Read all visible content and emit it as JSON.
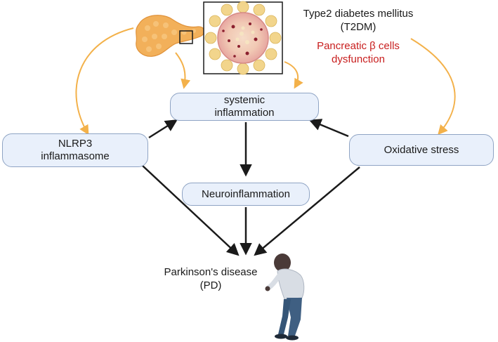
{
  "diagram": {
    "t2dm": {
      "line1": "Type2 diabetes mellitus",
      "line2": "(T2DM)"
    },
    "beta_cells": {
      "line1": "Pancreatic β cells",
      "line2": "dysfunction"
    },
    "systemic_inflammation": {
      "line1": "systemic",
      "line2": "inflammation"
    },
    "nlrp3": {
      "line1": "NLRP3",
      "line2": "inflammasome"
    },
    "oxidative_stress": {
      "label": "Oxidative stress"
    },
    "neuroinflammation": {
      "label": "Neuroinflammation"
    },
    "pd": {
      "line1": "Parkinson's disease",
      "line2": "(PD)"
    },
    "icons": [
      "pancreas-icon",
      "islet-cell-icon",
      "person-icon"
    ],
    "colors": {
      "node_fill": "#e9f0fb",
      "node_border": "#8fa4c4",
      "arrow_dark": "#1a1a1a",
      "arrow_orange": "#f3b14a",
      "highlight_text": "#c81e1e"
    }
  }
}
